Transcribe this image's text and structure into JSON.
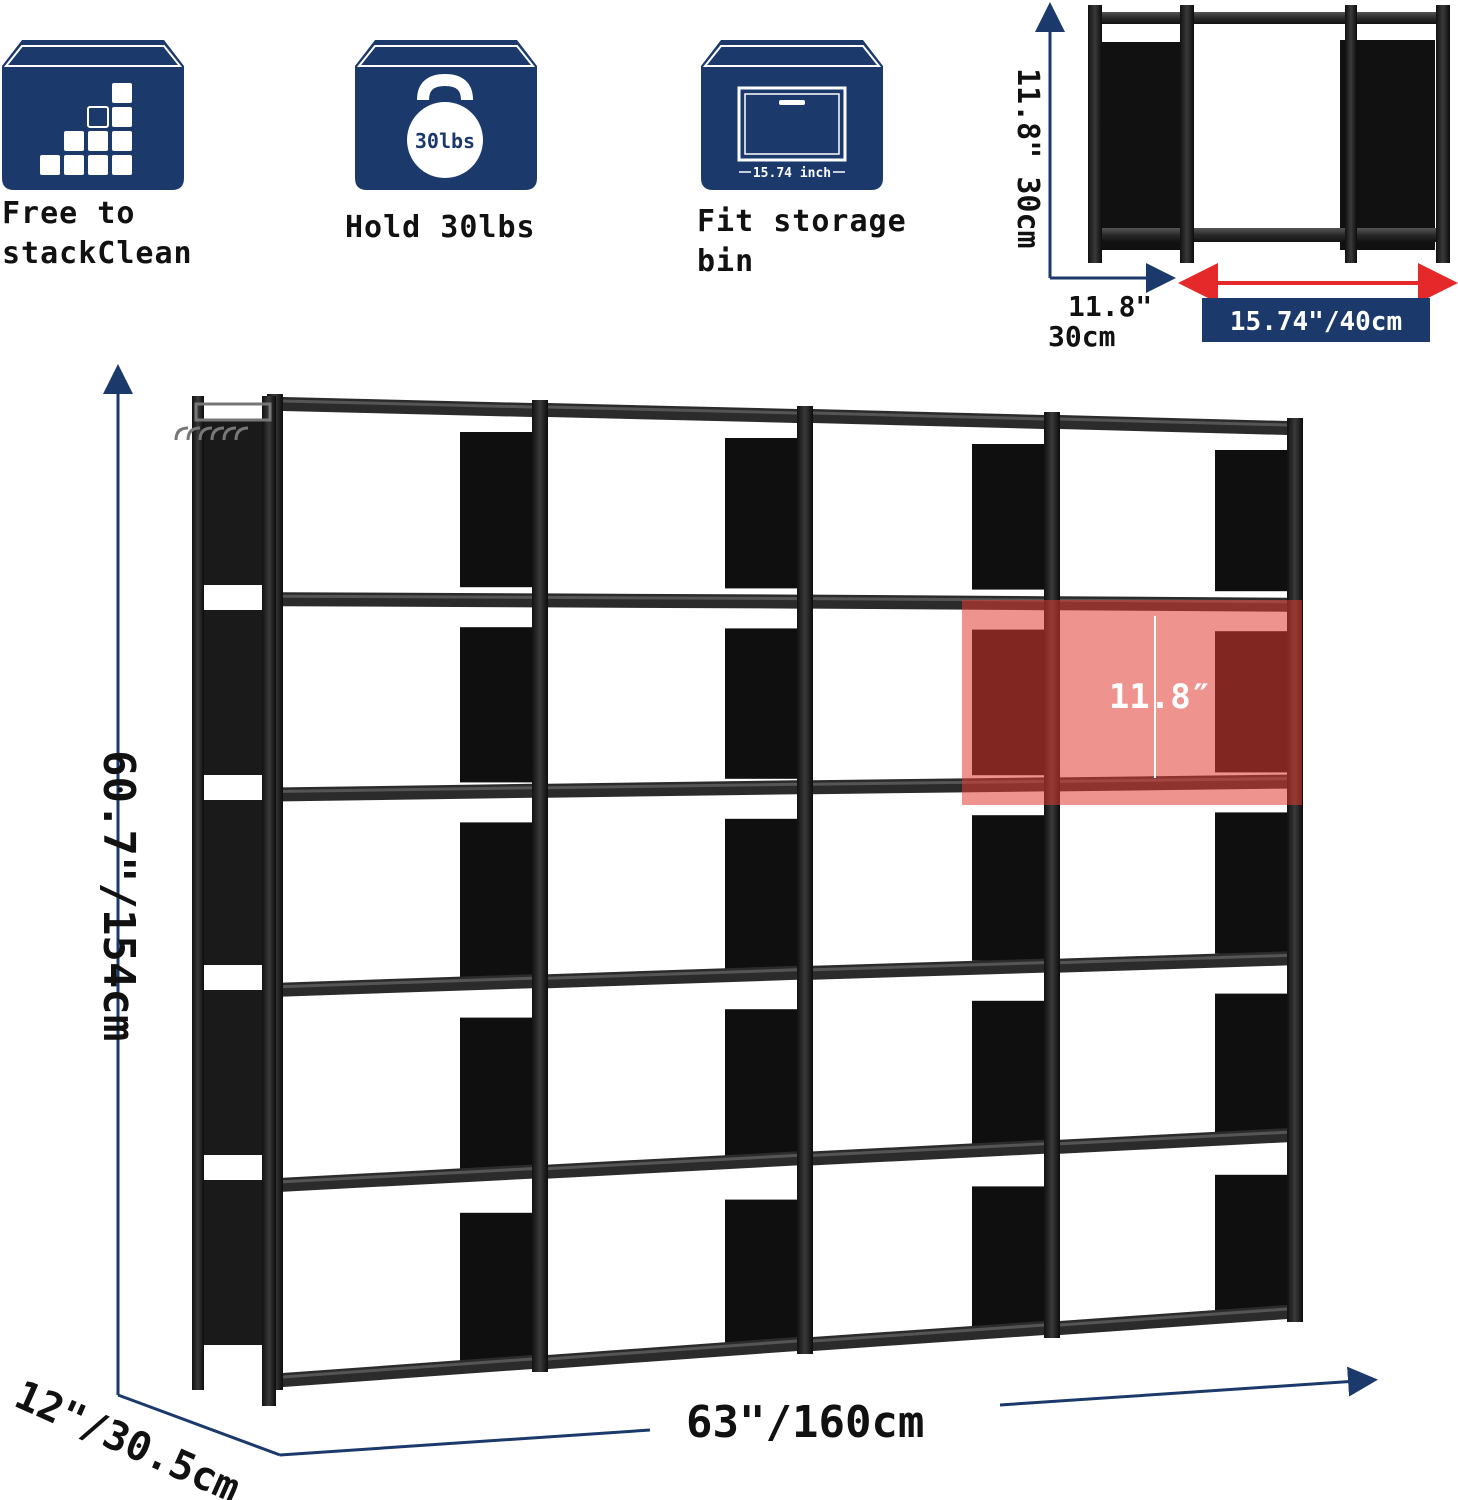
{
  "features": [
    {
      "icon": "stack-icon",
      "label": "Free  to\nstackClean"
    },
    {
      "icon": "kettlebell-icon",
      "icon_text": "30lbs",
      "label": "Hold  30lbs"
    },
    {
      "icon": "storage-bin-icon",
      "icon_text": "15.74  inch",
      "label": "Fit  storage\nbin"
    }
  ],
  "cube": {
    "height": "11.8\"  30cm",
    "depth_in": "11.8\"",
    "depth_cm": "30cm",
    "width": "15.74\"/40cm"
  },
  "shelf": {
    "height": "60.7\"/154cm",
    "width": "63\"/160cm",
    "depth": "12\"/30.5cm",
    "highlight": "11.8″",
    "rows": 5,
    "cols": 4
  },
  "colors": {
    "navy": "#1b3a6b",
    "frame": "#1c1c1c",
    "panel": "#101010",
    "highlight": "#e03a32",
    "arrow_red": "#e5292a"
  }
}
